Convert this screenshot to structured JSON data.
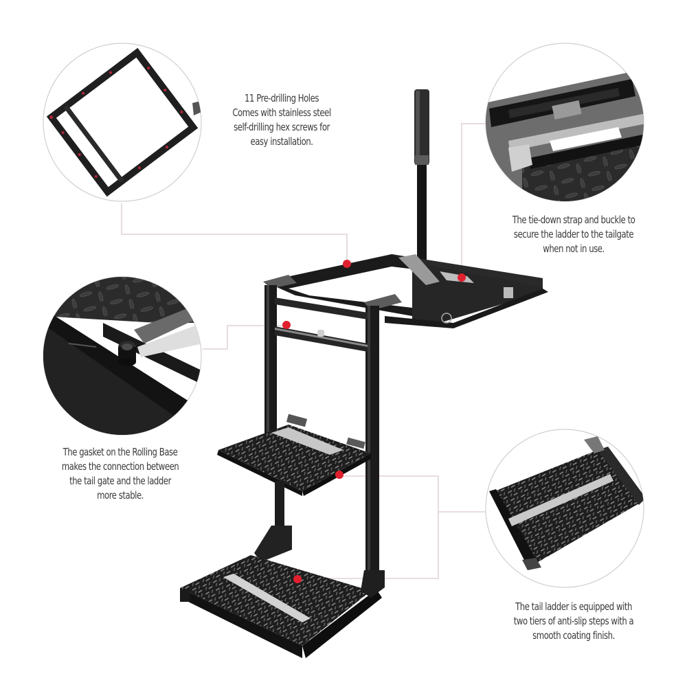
{
  "callouts": [
    {
      "id": "pre-drilling-holes",
      "lines": [
        "11 Pre-drilling Holes",
        "Comes with stainless steel",
        "self-drilling hex screws for",
        "easy installation."
      ]
    },
    {
      "id": "tie-down-strap",
      "lines": [
        "The tie-down strap and buckle to",
        "secure the ladder to the tailgate",
        "when not in use."
      ]
    },
    {
      "id": "rolling-base-gasket",
      "lines": [
        "The gasket on the Rolling Base",
        "makes the connection between",
        "the tail gate and the ladder",
        "more stable."
      ]
    },
    {
      "id": "anti-slip-steps",
      "lines": [
        "The tail ladder is equipped with",
        "two tiers of anti-slip steps with a",
        "smooth coating finish."
      ]
    }
  ],
  "colors": {
    "marker_red": "#e0202e",
    "metal_dark": "#1c1c1c",
    "metal_mid": "#3d3d3d",
    "leader_line": "#d9c8cc",
    "circle_outline": "#cfcfcf",
    "text": "#3a3a3a"
  }
}
